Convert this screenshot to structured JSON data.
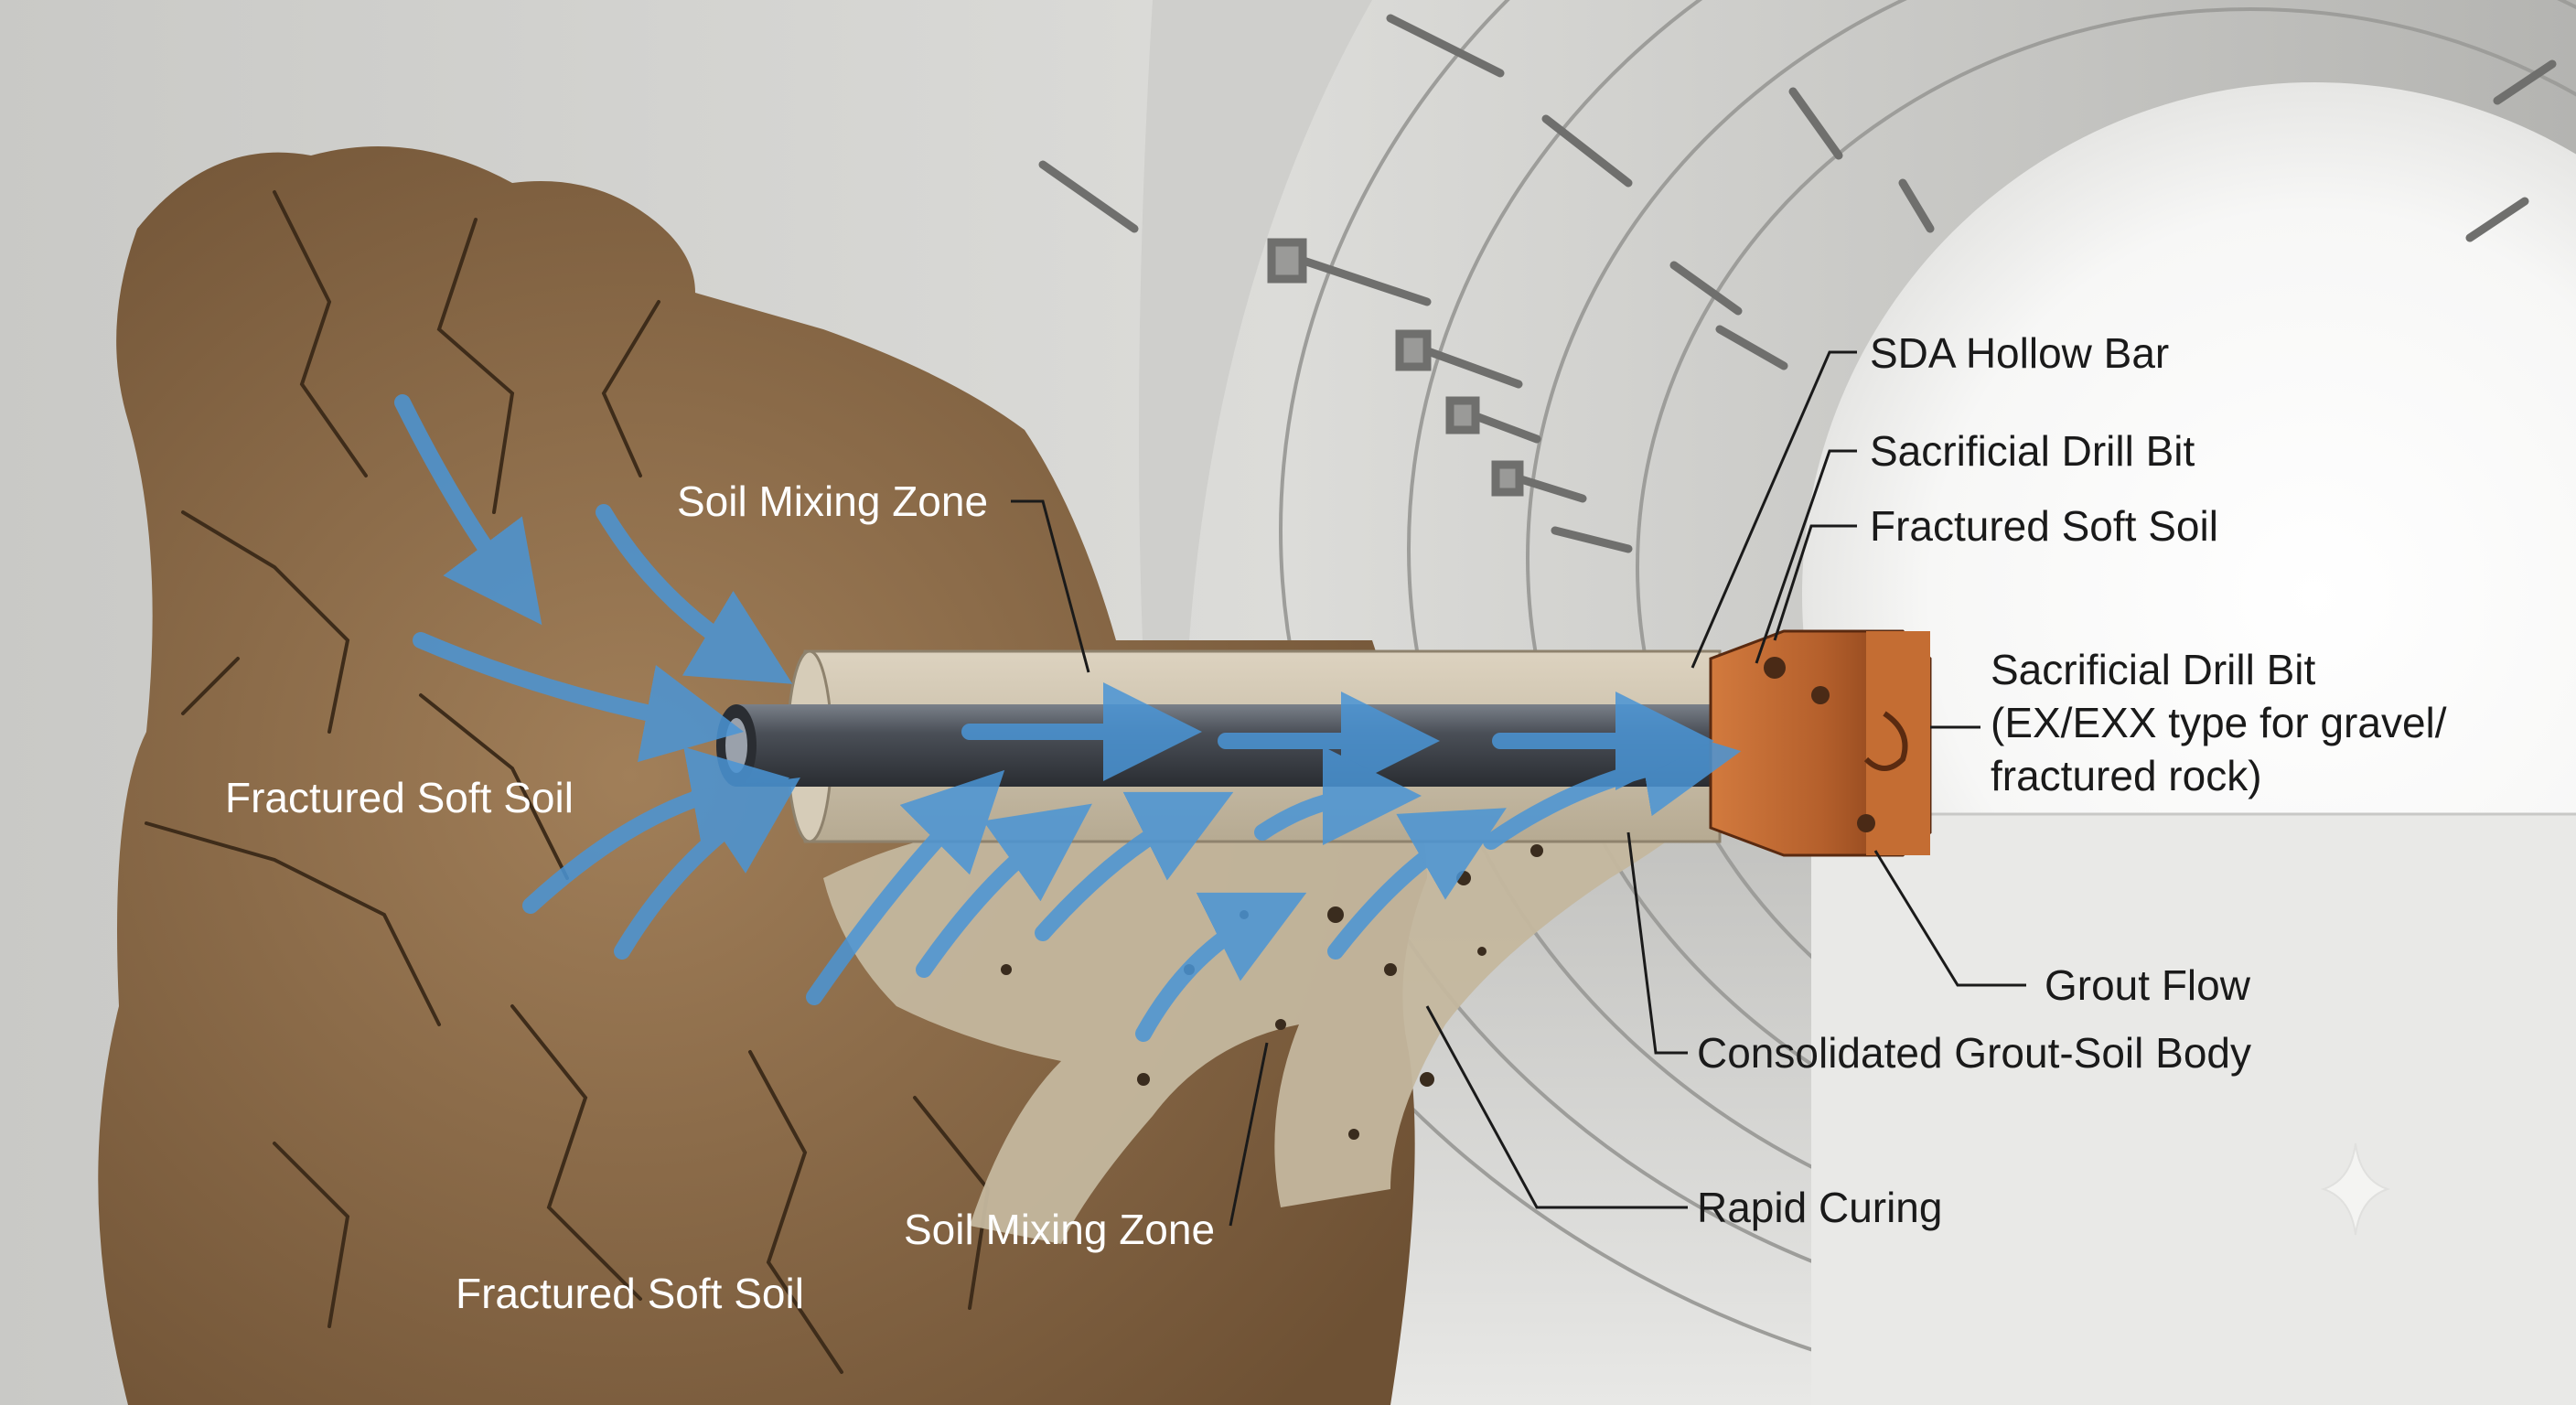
{
  "labels": {
    "sda_hollow_bar": "SDA Hollow Bar",
    "sacrificial_drill_bit_top": "Sacrificial Drill Bit",
    "fractured_soft_soil_right": "Fractured Soft Soil",
    "sacrificial_drill_bit_detail_line1": "Sacrificial Drill Bit",
    "sacrificial_drill_bit_detail_line2": "(EX/EXX type for gravel/",
    "sacrificial_drill_bit_detail_line3": "fractured rock)",
    "grout_flow": "Grout Flow",
    "consolidated_body": "Consolidated Grout-Soil Body",
    "rapid_curing": "Rapid Curing",
    "soil_mixing_zone_top": "Soil Mixing Zone",
    "soil_mixing_zone_bottom": "Soil Mixing Zone",
    "fractured_soft_soil_left": "Fractured Soft Soil",
    "fractured_soft_soil_bottom": "Fractured Soft Soil"
  },
  "colors": {
    "soil": "#8a6a47",
    "soil_dark": "#5a4128",
    "grout": "#cbbfa8",
    "bar": "#4a4f57",
    "bit": "#b5602c",
    "flow_arrow": "#4a95d6",
    "tunnel_wall": "#bdbdbb"
  },
  "icons": [
    "sparkle-icon"
  ]
}
